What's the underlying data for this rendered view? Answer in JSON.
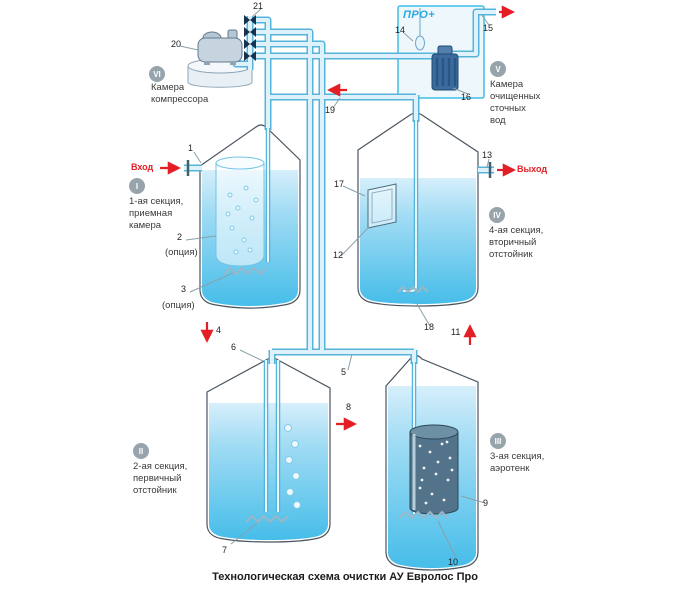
{
  "diagram": {
    "title": "Технологическая схема очистки АУ Евролос Про",
    "pro_badge": "ПРО+",
    "flow": {
      "inlet": "Вход",
      "outlet": "Выход"
    },
    "option_note": "(опция)",
    "sections": {
      "s1": {
        "roman": "I",
        "label": "1-ая секция,\nприемная\nкамера"
      },
      "s2": {
        "roman": "II",
        "label": "2-ая секция,\nпервичный\nотстойник"
      },
      "s3": {
        "roman": "III",
        "label": "3-ая секция,\nаэротенк"
      },
      "s4": {
        "roman": "IV",
        "label": "4-ая секция,\nвторичный\nотстойник"
      },
      "s5": {
        "roman": "V",
        "label": "Камера\nочищенных\nсточных\nвод"
      },
      "s6": {
        "roman": "VI",
        "label": "Камера\nкомпрессора"
      }
    },
    "callouts": {
      "c1": "1",
      "c2": "2",
      "c3": "3",
      "c4": "4",
      "c5": "5",
      "c6": "6",
      "c7": "7",
      "c8": "8",
      "c9": "9",
      "c10": "10",
      "c11": "11",
      "c12": "12",
      "c13": "13",
      "c14": "14",
      "c15": "15",
      "c16": "16",
      "c17": "17",
      "c18": "18",
      "c19": "19",
      "c20": "20",
      "c21": "21"
    },
    "colors": {
      "accent_red": "#e31e24",
      "pipe_blue": "#55b4da",
      "water_blue": "#7fcde9",
      "brand_cyan": "#29abe2",
      "badge_gray": "#98a4ac"
    }
  }
}
